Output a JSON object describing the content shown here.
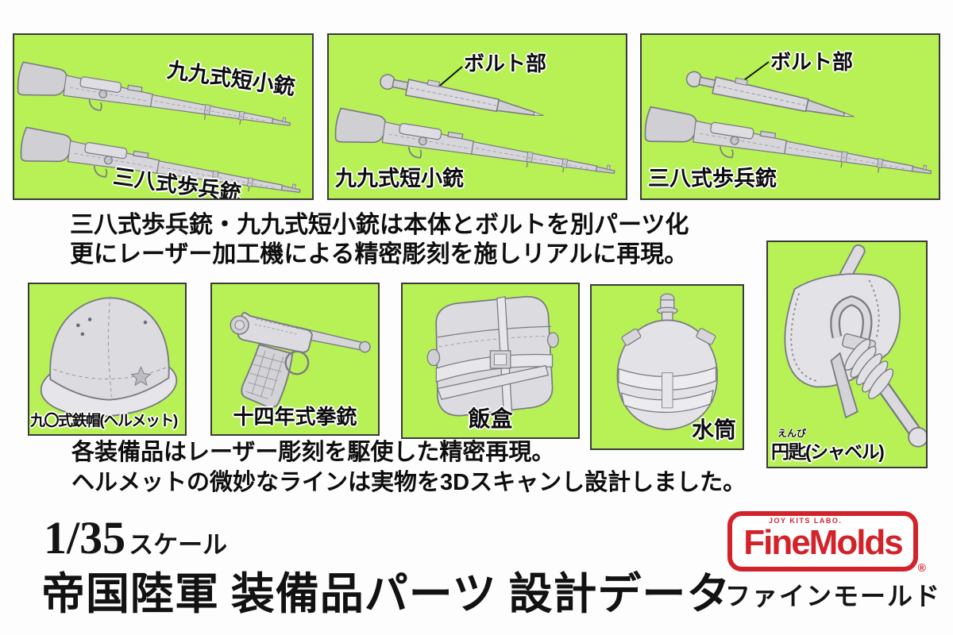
{
  "colors": {
    "panel_green": "#b7f155",
    "panel_border": "#3a3a3a",
    "logo_red": "#d2232a",
    "item_gray": "#d6d6da",
    "text_black": "#0e0e0e"
  },
  "panel_pair": {
    "label_top": "九九式短小銃",
    "label_bottom": "三八式歩兵銃"
  },
  "panel_type99": {
    "callout": "ボルト部",
    "label": "九九式短小銃"
  },
  "panel_type38": {
    "callout": "ボルト部",
    "label": "三八式歩兵銃"
  },
  "note_rifles": {
    "line1": "三八式歩兵銃・九九式短小銃は本体とボルトを別パーツ化",
    "line2": "更にレーザー加工機による精密彫刻を施しリアルに再現。"
  },
  "panel_helmet": {
    "label": "九〇式鉄帽(ヘルメット)"
  },
  "panel_pistol": {
    "label": "十四年式拳銃"
  },
  "panel_messtin": {
    "label": "飯盒"
  },
  "panel_canteen": {
    "label": "水筒"
  },
  "panel_shovel": {
    "label": "円匙(シャベル)",
    "furigana": "えんぴ"
  },
  "note_equipment": {
    "line1": "各装備品はレーザー彫刻を駆使した精密再現。",
    "line2": "ヘルメットの微妙なラインは実物を3Dスキャンし設計しました。"
  },
  "footer": {
    "scale_number": "1/35",
    "scale_unit": "スケール",
    "title": "帝国陸軍 装備品パーツ 設計データ",
    "brand": {
      "tagline": "JOY KITS LABO.",
      "name": "FineMolds",
      "registered": "®",
      "kana": "ファインモールド"
    }
  }
}
